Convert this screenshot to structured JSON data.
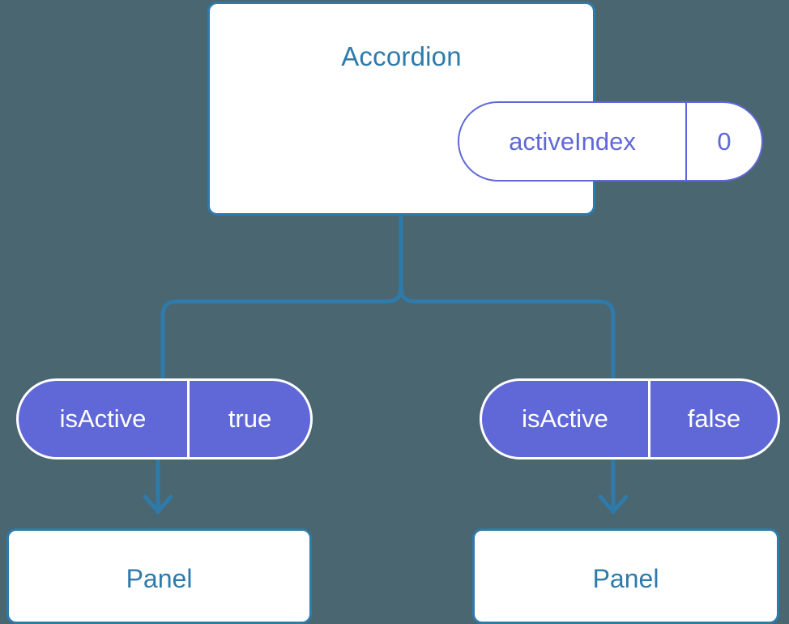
{
  "diagram": {
    "type": "component-tree",
    "background_color": "#4a6670",
    "accent_blue": "#2e7bab",
    "accent_purple": "#6068d8",
    "surface_color": "#ffffff"
  },
  "root": {
    "title": "Accordion",
    "state": {
      "key": "activeIndex",
      "value": "0"
    }
  },
  "branches": [
    {
      "prop": {
        "key": "isActive",
        "value": "true"
      },
      "child": {
        "title": "Panel"
      }
    },
    {
      "prop": {
        "key": "isActive",
        "value": "false"
      },
      "child": {
        "title": "Panel"
      }
    }
  ]
}
